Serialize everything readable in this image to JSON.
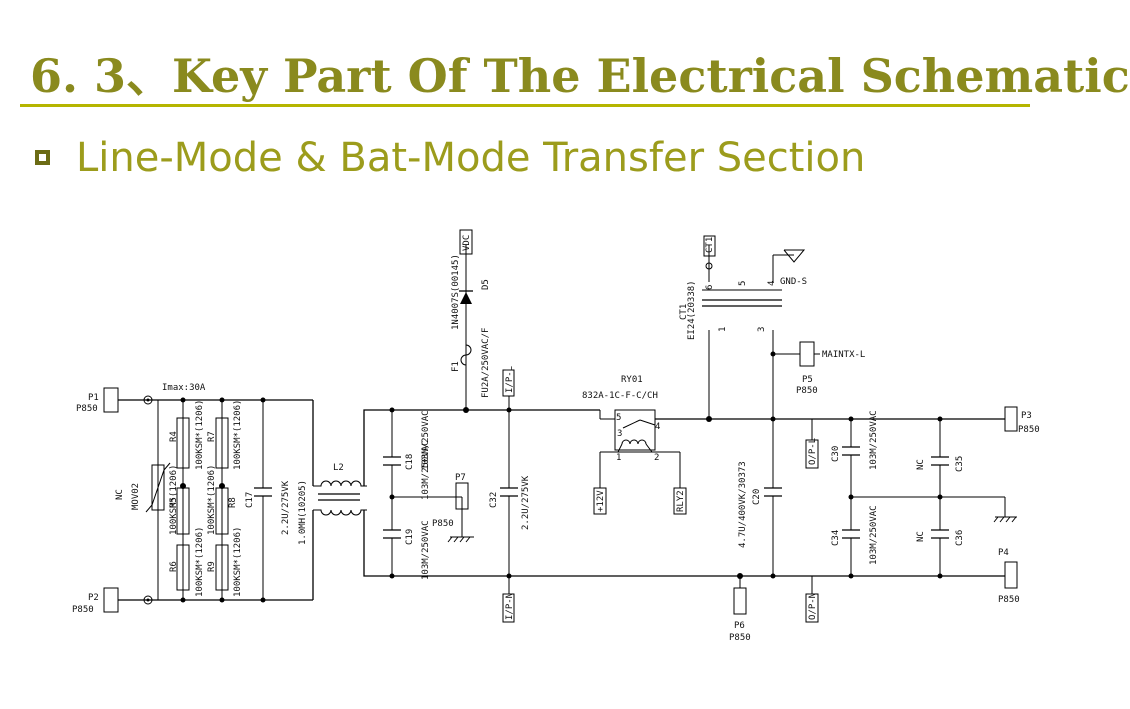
{
  "title": "6. 3、Key Part Of The Electrical Schematic",
  "subtitle": "Line-Mode & Bat-Mode Transfer Section",
  "colors": {
    "title": "#8a8a1e",
    "rule": "#b5b500",
    "subtitle": "#9c9c1c",
    "bullet": "#6b6b14"
  },
  "schematic": {
    "p1": "P1",
    "p1_type": "P850",
    "p2": "P2",
    "p2_type": "P850",
    "imax": "Imax:30A",
    "nc_mov": "NC",
    "mov": "MOV02",
    "r4": "R4",
    "r5": "R5",
    "r6": "R6",
    "r7": "R7",
    "r8": "R8",
    "r9": "R9",
    "r_val": "100KSM*(1206)",
    "c17": "C17",
    "c17_val": "2.2U/275VK",
    "l2": "L2",
    "l2_val": "1.0MH(10205)",
    "c18": "C18",
    "c18_val": "103M/250VAC",
    "c19": "C19",
    "c19_val": "103M/250VAC",
    "mid_cap_val": "103M/250VAC",
    "p7": "P7",
    "p7_type": "P850",
    "c32": "C32",
    "c32_val": "2.2U/275VK",
    "ipl": "I/P-L",
    "ipn": "I/P-N",
    "ipn2": "I/P-N",
    "vdc": "VDC",
    "d5": "D5",
    "d5_val": "1N4007S(00145)",
    "f1": "F1",
    "f1_val": "FU2A/250VAC/F",
    "ry01": "RY01",
    "ry01_val": "832A-1C-F-C/CH",
    "relay_p5": "5",
    "relay_p4": "4",
    "relay_p3": "3",
    "relay_p1": "1",
    "relay_p2": "2",
    "plus12v": "+12V",
    "rly2": "RLY2",
    "ct1_label": "CT1",
    "ct1_net": "CT1",
    "ct1_val": "EI24(20338)",
    "ct_p6": "6",
    "ct_p5": "5",
    "ct_p4": "4",
    "ct_p1": "1",
    "ct_p3": "3",
    "gnds": "GND-S",
    "p5": "P5",
    "p5_type": "P850",
    "maintx": "MAINTX-L",
    "c20": "C20",
    "c20_val": "4.7U/400VK/30373",
    "p6": "P6",
    "p6_type": "P850",
    "opl": "O/P-L",
    "opn": "O/P-N",
    "c30": "C30",
    "c30_val": "103M/250VAC",
    "c34": "C34",
    "c34_val": "103M/250VAC",
    "c35": "C35",
    "c36": "C36",
    "nc1": "NC",
    "nc2": "NC",
    "p3": "P3",
    "p3_type": "P850",
    "p4": "P4",
    "p4_type": "P850"
  }
}
